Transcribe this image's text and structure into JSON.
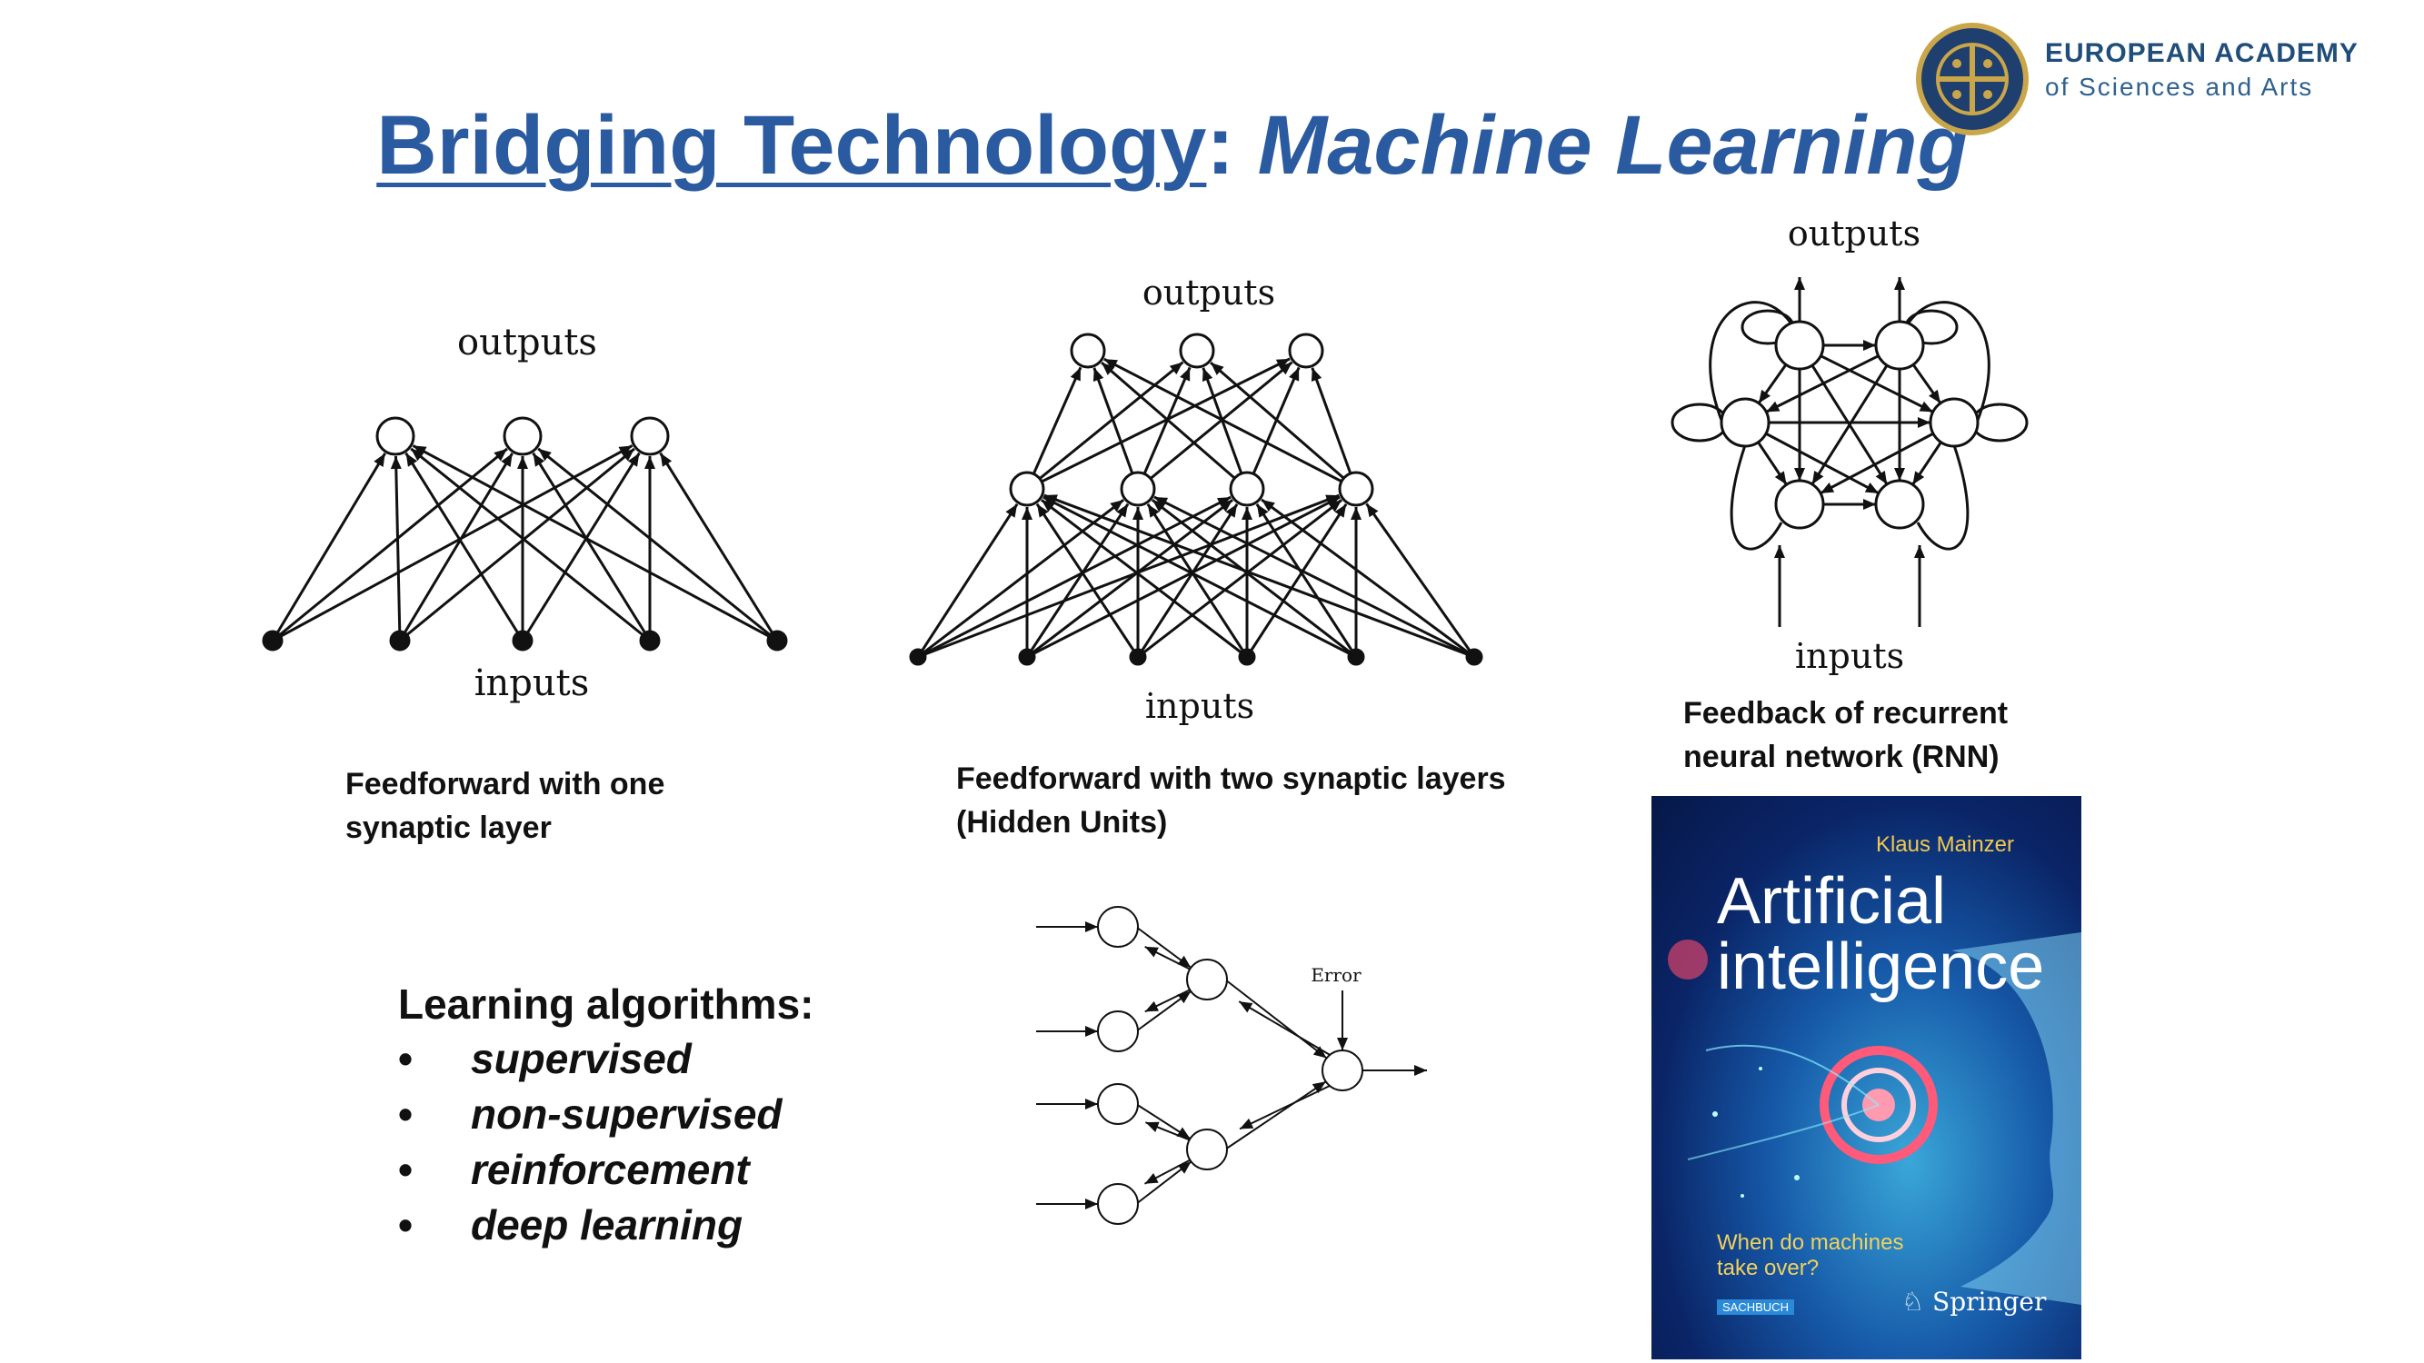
{
  "header": {
    "title_part1": "Bridging Technology",
    "title_sep": ": ",
    "title_part2": "Machine Learning",
    "org_line1": "EUROPEAN ACADEMY",
    "org_line2": "of Sciences and Arts",
    "logo_icon": "academy-seal-icon"
  },
  "diagrams": {
    "ff1": {
      "outputs": "outputs",
      "inputs": "inputs",
      "caption1": "Feedforward with one",
      "caption2": "synaptic layer"
    },
    "ff2": {
      "outputs": "outputs",
      "inputs": "inputs",
      "caption1": "Feedforward with two synaptic layers",
      "caption2": "(Hidden Units)"
    },
    "rnn": {
      "outputs": "outputs",
      "inputs": "inputs",
      "caption1": "Feedback of recurrent",
      "caption2": "neural network (RNN)"
    },
    "backprop": {
      "error_label": "Error"
    }
  },
  "learning": {
    "heading": "Learning algorithms:",
    "items": [
      "supervised",
      "non-supervised",
      "reinforcement",
      "deep learning"
    ]
  },
  "book": {
    "author": "Klaus Mainzer",
    "title_line1": "Artificial",
    "title_line2": "intelligence",
    "subtitle_line1": "When do machines",
    "subtitle_line2": "take over?",
    "badge": "SACHBUCH",
    "publisher": "Springer",
    "publisher_icon": "springer-horse-icon"
  }
}
